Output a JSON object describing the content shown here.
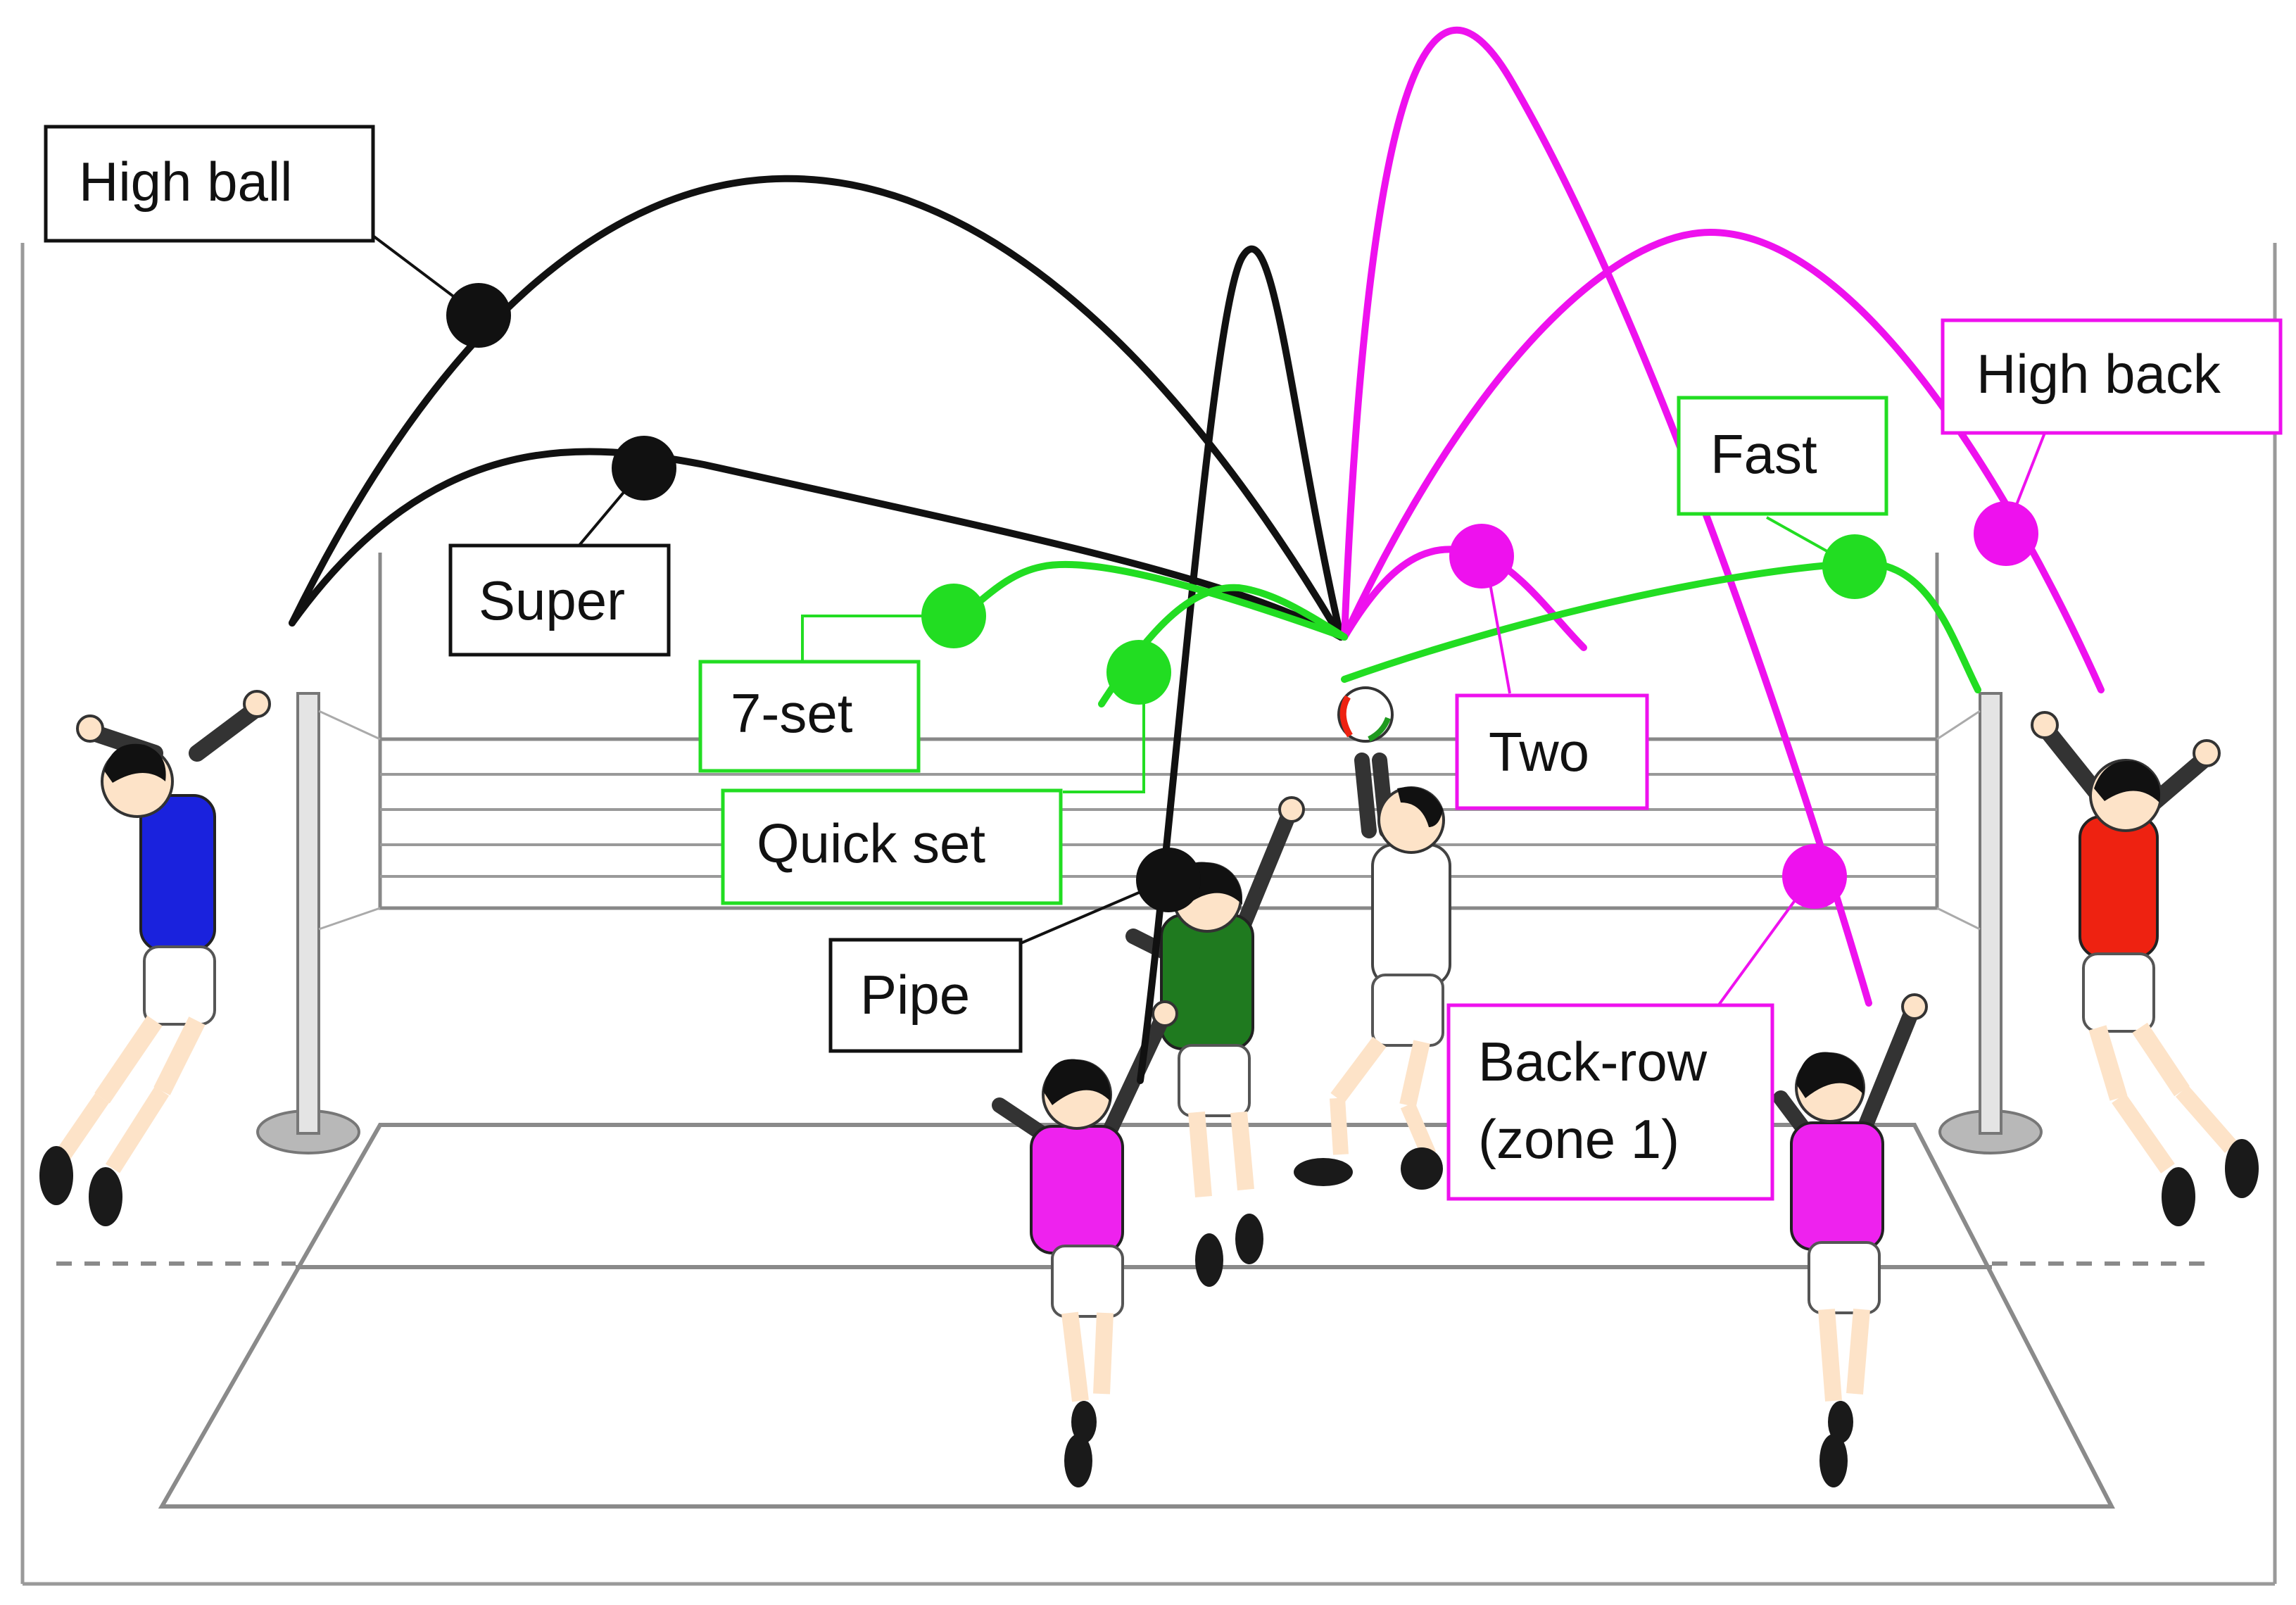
{
  "colors": {
    "black_set": "#111111",
    "quick_set": "#22dd22",
    "back_set": "#ee11ee",
    "player_left_shirt": "#1a22dd",
    "player_right_shirt": "#ee2211",
    "player_middle_shirt": "#1f7a1f",
    "player_pink_shirt": "#ee22ee"
  },
  "labels": {
    "high_ball": "High ball",
    "super": "Super",
    "seven_set": "7-set",
    "quick_set": "Quick set",
    "pipe": "Pipe",
    "two": "Two",
    "fast": "Fast",
    "high_back": "High back",
    "back_row_line1": "Back-row",
    "back_row_line2": "(zone 1)"
  }
}
